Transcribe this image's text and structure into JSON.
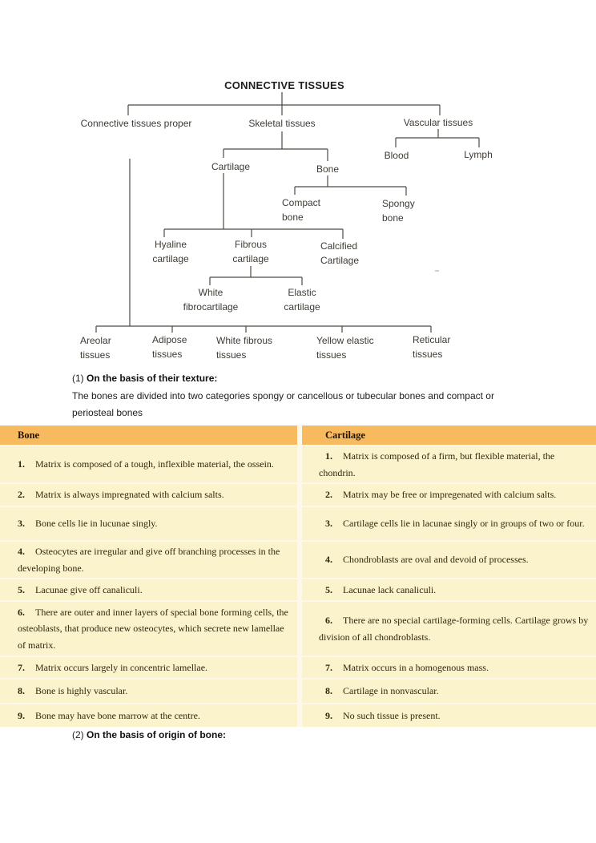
{
  "diagram": {
    "title": "CONNECTIVE TISSUES",
    "labels": {
      "proper": "Connective tissues proper",
      "skeletal": "Skeletal tissues",
      "vascular": "Vascular tissues",
      "blood": "Blood",
      "lymph": "Lymph",
      "cartilage": "Cartilage",
      "bone": "Bone",
      "compact": "Compact bone",
      "spongy": "Spongy bone",
      "hyaline": "Hyaline cartilage",
      "fibrous": "Fibrous cartilage",
      "calcified": "Calcified Cartilage",
      "white_fibro": "White fibrocartilage",
      "elastic": "Elastic cartilage",
      "areolar": "Areolar tissues",
      "adipose": "Adipose tissues",
      "white_fibrous": "White fibrous tissues",
      "yellow_elastic": "Yellow elastic tissues",
      "reticular": "Reticular tissues"
    }
  },
  "sections": {
    "texture_prefix": "(1)",
    "texture_heading": "On the basis of their texture:",
    "texture_body": "The bones are divided into two categories spongy or cancellous or tubecular bones and compact or periosteal bones",
    "origin_prefix": "(2)",
    "origin_heading": "On the basis of origin of bone:"
  },
  "table": {
    "headers": [
      "Bone",
      "Cartilage"
    ],
    "rows": [
      {
        "num": "1.",
        "bone": "Matrix is composed of a tough, inflexible material, the ossein.",
        "cartilage": "Matrix is composed of a firm, but flexible material, the chondrin."
      },
      {
        "num": "2.",
        "bone": "Matrix is always impregnated with calcium salts.",
        "cartilage": "Matrix may be free or impregenated with calcium salts."
      },
      {
        "num": "3.",
        "bone": "Bone cells lie in lucunae singly.",
        "cartilage": "Cartilage cells lie in lacunae singly or in groups of two or four."
      },
      {
        "num": "4.",
        "bone": "Osteocytes are irregular and give off branching processes in the developing bone.",
        "cartilage": "Chondroblasts are oval and devoid of processes."
      },
      {
        "num": "5.",
        "bone": "Lacunae give off canaliculi.",
        "cartilage": "Lacunae lack canaliculi."
      },
      {
        "num": "6.",
        "bone": "There are outer and inner layers of special bone forming cells, the osteoblasts, that produce new osteocytes, which secrete new lamellae of matrix.",
        "cartilage": "There are no special cartilage-forming cells. Cartilage grows by division of all chondroblasts."
      },
      {
        "num": "7.",
        "bone": "Matrix occurs largely in concentric lamellae.",
        "cartilage": "Matrix occurs in a homogenous mass."
      },
      {
        "num": "8.",
        "bone": "Bone is highly vascular.",
        "cartilage": "Cartilage in nonvascular."
      },
      {
        "num": "9.",
        "bone": "Bone may have bone marrow at the centre.",
        "cartilage": "No such tissue is present."
      }
    ]
  },
  "colors": {
    "table_header_bg": "#F8BA5F",
    "table_row_bg": "#FBF3CB",
    "table_text": "#33250e",
    "diagram_text": "#403b34",
    "page_bg": "#ffffff"
  }
}
